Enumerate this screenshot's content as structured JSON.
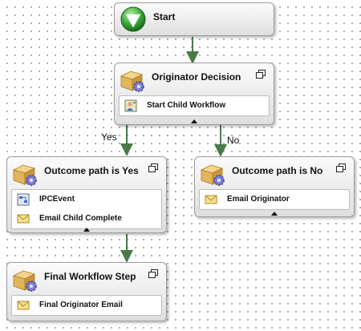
{
  "nodes": {
    "start": {
      "title": "Start",
      "icon": "start-arrow-icon"
    },
    "originator_decision": {
      "title": "Originator Decision",
      "icon": "decision-box-gear-icon",
      "activities": [
        {
          "label": "Start Child Workflow",
          "icon": "child-workflow-icon"
        }
      ]
    },
    "outcome_yes": {
      "title": "Outcome path is Yes",
      "icon": "decision-box-gear-icon",
      "activities": [
        {
          "label": "IPCEvent",
          "icon": "ipc-event-icon"
        },
        {
          "label": "Email Child Complete",
          "icon": "email-icon"
        }
      ]
    },
    "outcome_no": {
      "title": "Outcome path is No",
      "icon": "decision-box-gear-icon",
      "activities": [
        {
          "label": "Email Originator",
          "icon": "email-icon"
        }
      ]
    },
    "final_step": {
      "title": "Final Workflow Step",
      "icon": "decision-box-gear-icon",
      "activities": [
        {
          "label": "Final Originator Email",
          "icon": "email-icon"
        }
      ]
    }
  },
  "connectors": {
    "yes_label": "Yes",
    "no_label": "No"
  },
  "colors": {
    "connector": "#4a7a4a",
    "node_border": "#9c9c9c",
    "canvas_dot": "#9a9a9a"
  }
}
